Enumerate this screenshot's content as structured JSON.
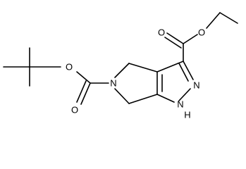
{
  "structure": {
    "atoms": {
      "ester_o_carbonyl": "O",
      "ester_o_ether": "O",
      "carbamate_o_ether": "O",
      "carbamate_o_carbonyl": "O",
      "ring_n": "N",
      "pyrazole_n": "N",
      "pyrazole_nh": "N",
      "pyrazole_nh_h": "H"
    },
    "colors": {
      "bond": "#000000",
      "label": "#000000",
      "background": "#ffffff"
    }
  }
}
